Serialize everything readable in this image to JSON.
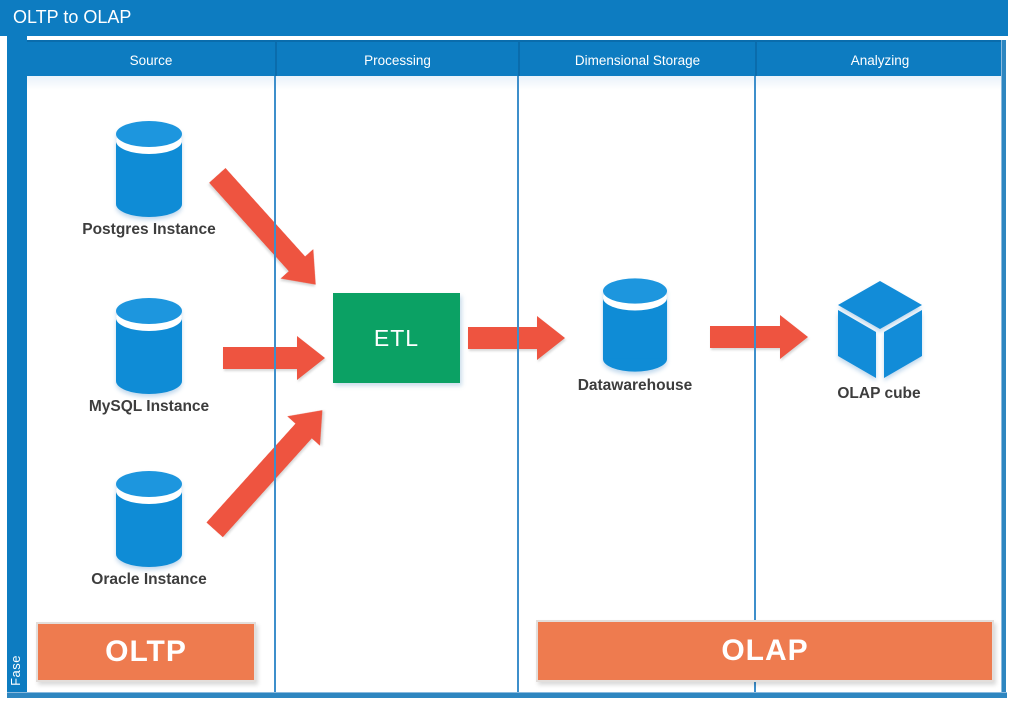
{
  "title": "OLTP to OLAP",
  "lane": {
    "label": "Fase"
  },
  "columns": [
    {
      "label": "Source"
    },
    {
      "label": "Processing"
    },
    {
      "label": "Dimensional Storage"
    },
    {
      "label": "Analyzing"
    }
  ],
  "nodes": {
    "postgres": {
      "label": "Postgres Instance",
      "icon": "database-cylinder-icon"
    },
    "mysql": {
      "label": "MySQL Instance",
      "icon": "database-cylinder-icon"
    },
    "oracle": {
      "label": "Oracle Instance",
      "icon": "database-cylinder-icon"
    },
    "etl": {
      "label": "ETL",
      "shape": "process-box"
    },
    "datawarehouse": {
      "label": "Datawarehouse",
      "icon": "database-cylinder-icon"
    },
    "olap_cube": {
      "label": "OLAP cube",
      "icon": "cube-icon"
    }
  },
  "arrows": [
    {
      "from": "postgres",
      "to": "etl",
      "direction": "down-right"
    },
    {
      "from": "mysql",
      "to": "etl",
      "direction": "right"
    },
    {
      "from": "oracle",
      "to": "etl",
      "direction": "up-right"
    },
    {
      "from": "etl",
      "to": "datawarehouse",
      "direction": "right"
    },
    {
      "from": "datawarehouse",
      "to": "olap_cube",
      "direction": "right"
    }
  ],
  "banners": {
    "oltp": {
      "label": "OLTP"
    },
    "olap": {
      "label": "OLAP"
    }
  },
  "colors": {
    "header_blue": "#0d7cc1",
    "divider_blue": "#3e8fcb",
    "shape_blue": "#0f8cd6",
    "arrow_red": "#ee5440",
    "etl_green": "#0ba164",
    "banner_orange": "#ee7b4f",
    "label_text": "#3d3d3d"
  }
}
